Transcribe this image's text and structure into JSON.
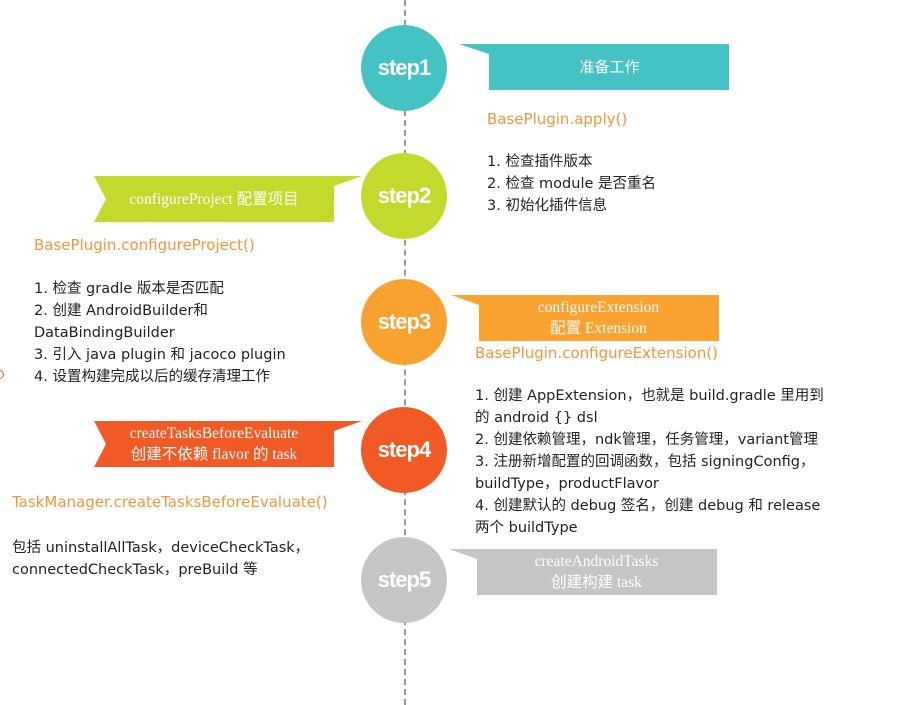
{
  "colors": {
    "teal": "#45c3c4",
    "lime": "#c3da2c",
    "orange": "#f9a22f",
    "red": "#f15a24",
    "gray": "#c4c5c7",
    "accent_text": "#f0963a"
  },
  "steps": [
    {
      "label": "step1",
      "banner": [
        "准备工作"
      ],
      "method": "BasePlugin.apply()",
      "items": [
        "1. 检查插件版本",
        "2. 检查 module 是否重名",
        "3. 初始化插件信息"
      ]
    },
    {
      "label": "step2",
      "banner": [
        "configureProject 配置项目"
      ],
      "method": "BasePlugin.configureProject()",
      "items": [
        "1. 检查 gradle 版本是否匹配",
        "2. 创建 AndroidBuilder和",
        "DataBindingBuilder",
        "3. 引入 java plugin 和 jacoco plugin",
        "4. 设置构建完成以后的缓存清理工作"
      ]
    },
    {
      "label": "step3",
      "banner": [
        "configureExtension",
        "配置 Extension"
      ],
      "method": "BasePlugin.configureExtension()",
      "items": [
        "1. 创建 AppExtension，也就是 build.gradle 里用到",
        "的 android {} dsl",
        "2. 创建依赖管理，ndk管理，任务管理，variant管理",
        "3. 注册新增配置的回调函数，包括 signingConfig，",
        "buildType，productFlavor",
        "4. 创建默认的 debug 签名，创建 debug 和 release",
        "两个 buildType"
      ]
    },
    {
      "label": "step4",
      "banner": [
        "createTasksBeforeEvaluate",
        "创建不依赖 flavor 的 task"
      ],
      "method": "TaskManager.createTasksBeforeEvaluate()",
      "items": [
        "包括 uninstallAllTask，deviceCheckTask，",
        "connectedCheckTask，preBuild 等"
      ]
    },
    {
      "label": "step5",
      "banner": [
        "createAndroidTasks",
        "创建构建 task"
      ]
    }
  ]
}
